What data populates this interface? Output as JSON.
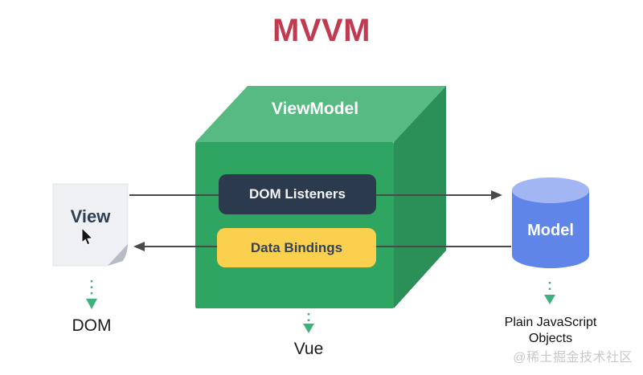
{
  "title": "MVVM",
  "viewmodel": {
    "label": "ViewModel",
    "dom_listeners_label": "DOM Listeners",
    "data_bindings_label": "Data Bindings",
    "bottom_label": "Vue"
  },
  "view": {
    "label": "View",
    "bottom_label": "DOM"
  },
  "model": {
    "label": "Model",
    "bottom_label": "Plain JavaScript Objects"
  },
  "watermark": "@稀土掘金技术社区",
  "icons": {
    "view": "document-page-icon",
    "view_cursor": "mouse-cursor-icon",
    "model": "database-cylinder-icon",
    "flow_arrows": "horizontal-arrow-icon",
    "down_arrows": "dotted-arrow-down-icon"
  },
  "colors": {
    "title": "#c03a50",
    "cube_top": "#57ba82",
    "cube_front": "#2ea561",
    "cube_side": "#2b8f58",
    "dom_listeners_bg": "#2c3a4e",
    "data_bindings_bg": "#fbd04f",
    "model_body": "#5f85e8",
    "model_top": "#a2b6f3",
    "paper_bg": "#eef0f3",
    "paper_edge": "#e2e5ea",
    "paper_fold": "#b7bcc4",
    "arrow": "#4a4a4a",
    "dotted_arrow": "#3fb17e",
    "cursor": "#141414",
    "watermark": "#c8c8c8"
  }
}
